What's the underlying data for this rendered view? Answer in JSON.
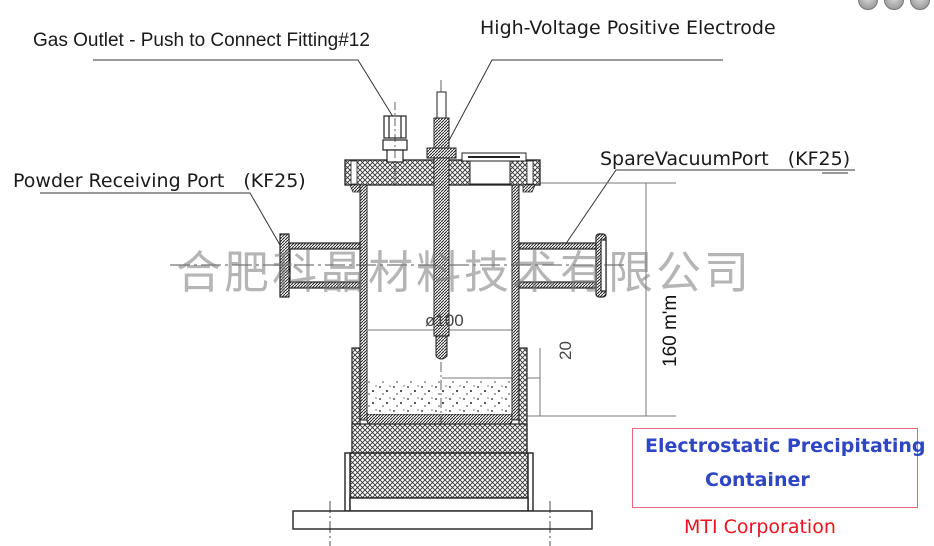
{
  "diagram": {
    "callouts": {
      "gas_outlet": "Gas Outlet - Push to Connect Fitting#12",
      "electrode": "High-Voltage Positive Electrode",
      "powder_port": "Powder Receiving Port　(KF25)",
      "spare_port": "SpareVacuumPort　(KF25)"
    },
    "dimensions": {
      "diameter": "ø100",
      "powder_height": "20",
      "total_height": "160 m'm"
    },
    "watermark": "合肥科晶材料技术有限公司",
    "title": {
      "line1": "Electrostatic Precipitating",
      "line2": "Container"
    },
    "company": "MTI Corporation"
  },
  "colors": {
    "title_text": "#2f46c4",
    "title_border": "#e8687a",
    "company_text": "#e8141e",
    "line": "#1a1a1a"
  },
  "window_controls": [
    "minimize-circle",
    "maximize-circle",
    "close-circle"
  ]
}
